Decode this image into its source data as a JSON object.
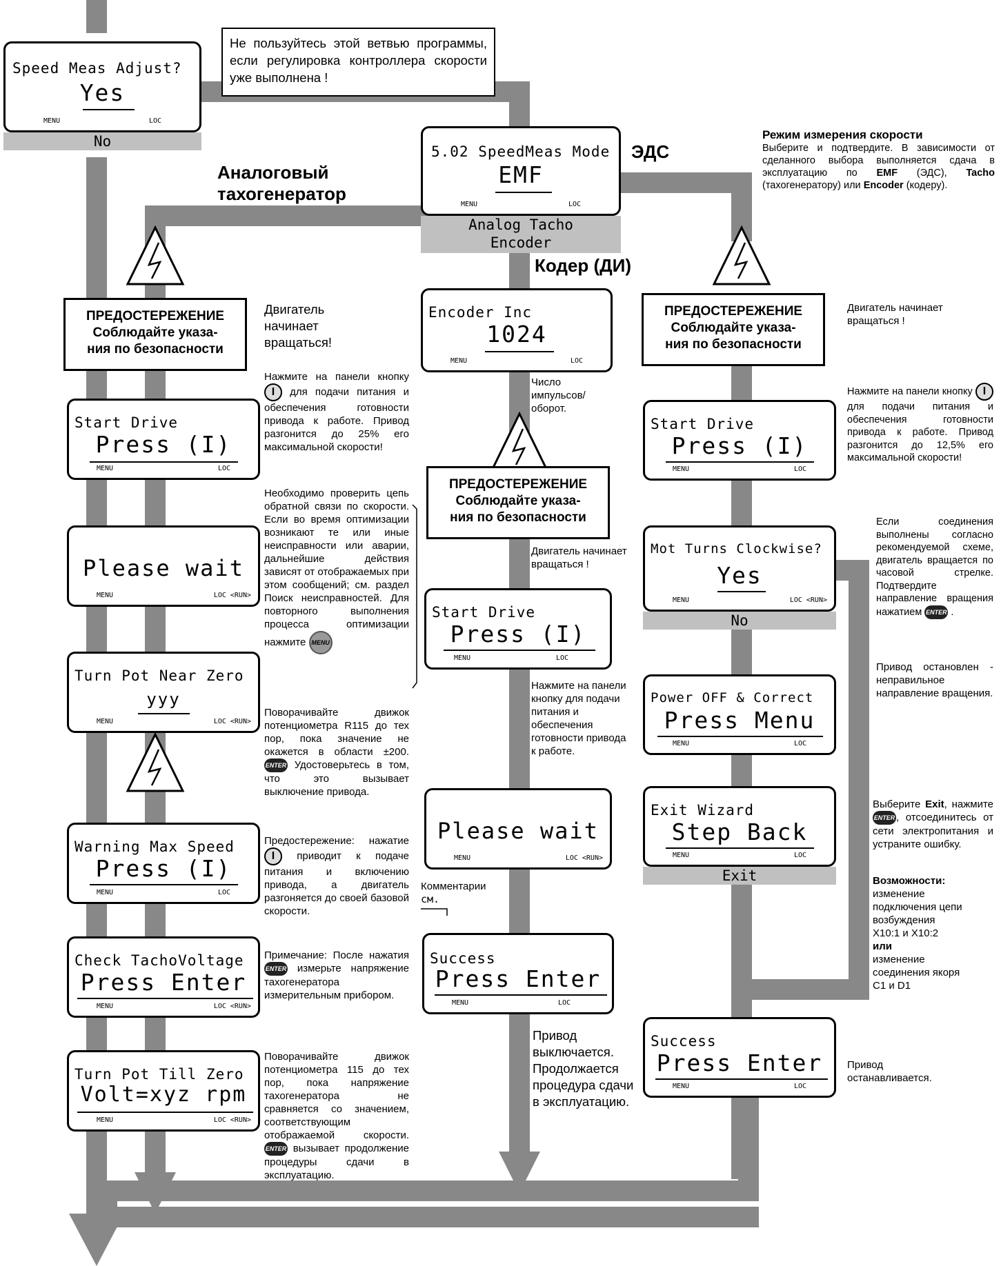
{
  "top_note": "Не пользуйтесь этой ветвью программы, если регулировка контроллера скорости уже выполнена !",
  "speed_meas_adjust": {
    "line1": "Speed Meas Adjust?",
    "line2": "Yes",
    "menu": "MENU",
    "loc": "LOC",
    "alt": "No"
  },
  "speed_meas_mode": {
    "line1": "5.02 SpeedMeas Mode",
    "line2": "EMF",
    "menu": "MENU",
    "loc": "LOC",
    "alt1": "Analog Tacho",
    "alt2": "Encoder"
  },
  "branch_labels": {
    "emf": "ЭДС",
    "analog1": "Аналоговый",
    "analog2": "тахогенератор",
    "encoder": "Кодер (ДИ)"
  },
  "mode_note": {
    "title": "Режим измерения скорости",
    "text1": "Выберите и подтвердите. В зависимости от сделанного выбора выполняется сдача в эксплуатацию по",
    "emf": "EMF",
    "text2": "(ЭДС),",
    "tacho": "Tacho",
    "text3": "(тахогенератору) или",
    "encoder": "Encoder",
    "text4": "(кодеру)."
  },
  "warning": {
    "title": "ПРЕДОСТЕРЕЖЕНИЕ",
    "line2": "Соблюдайте указа-",
    "line3": "ния по безопасности"
  },
  "analog": {
    "motor_starts": "Двигатель начинает вращаться!",
    "start_drive": {
      "line1": "Start Drive",
      "line2": "Press (I)",
      "menu": "MENU",
      "loc": "LOC"
    },
    "start_note_a": "Нажмите на панели кнопку",
    "start_note_b": "для подачи питания и обеспечения готовности привода к работе. Привод разгонится до 25% его максимальной скорости!",
    "please_wait": {
      "line2": "Please wait",
      "menu": "MENU",
      "loc": "LOC <RUN>"
    },
    "feedback_note_a": "Необходимо проверить цепь обратной связи по скорости. Если во время оптимизации возникают те или иные неисправности или аварии, дальнейшие действия зависят от отображаемых при этом сообщений; см. раздел Поиск неисправностей. Для повторного выполнения процесса оптимизации нажмите",
    "turn_pot_zero": {
      "line1": "Turn Pot Near Zero",
      "line2": "yyy",
      "menu": "MENU",
      "loc": "LOC <RUN>"
    },
    "pot_note_a": "Поворачивайте движок потенциометра R115 до тех пор, пока значение не окажется в области ±200.",
    "pot_note_b": "Удостоверьтесь в том, что это вызывает выключение привода.",
    "warning_max": {
      "line1": "Warning Max Speed",
      "line2": "Press (I)",
      "menu": "MENU",
      "loc": "LOC"
    },
    "caution_note_a": "Предостережение: нажатие",
    "caution_note_b": "приводит к подаче питания и включению привода, а двигатель разгоняется до своей базовой скорости.",
    "check_tacho": {
      "line1": "Check TachoVoltage",
      "line2": "Press Enter",
      "menu": "MENU",
      "loc": "LOC <RUN>"
    },
    "remark_note_a": "Примечание: После нажатия",
    "remark_note_b": "измерьте напряжение тахогенератора измерительным прибором.",
    "turn_till_zero": {
      "line1": "Turn Pot Till Zero",
      "line2": "Volt=xyz rpm",
      "menu": "MENU",
      "loc": "LOC <RUN>"
    },
    "final_note_a": "Поворачивайте движок потенциометра 115 до тех пор, пока напряжение тахогенератора не сравняется со значением, соответствующим отображаемой скорости.",
    "final_note_b": "вызывает продолжение процедуры сдачи в эксплуатацию."
  },
  "encoder": {
    "encoder_inc": {
      "line1": "Encoder Inc",
      "line2": "1024",
      "menu": "MENU",
      "loc": "LOC"
    },
    "pulses_note": "Число импульсов/ оборот.",
    "motor_starts": "Двигатель начинает вращаться !",
    "start_drive": {
      "line1": "Start Drive",
      "line2": "Press (I)",
      "menu": "MENU",
      "loc": "LOC"
    },
    "press_note": "Нажмите на панели кнопку для подачи питания и обеспечения готовности привода к работе.",
    "please_wait": {
      "line2": "Please wait",
      "menu": "MENU",
      "loc": "LOC <RUN>"
    },
    "comments_1": "Комментарии",
    "comments_2": "см.",
    "success": {
      "line1": "Success",
      "line2": "Press Enter",
      "menu": "MENU",
      "loc": "LOC"
    },
    "off_note": "Привод выключается. Продолжается процедура сдачи в эксплуатацию."
  },
  "emf": {
    "motor_starts": "Двигатель начинает вращаться !",
    "start_drive": {
      "line1": "Start Drive",
      "line2": "Press (I)",
      "menu": "MENU",
      "loc": "LOC"
    },
    "start_note_a": "Нажмите на панели кнопку",
    "start_note_b": "для подачи питания и обеспечения готовности привода к работе. Привод разгонится до 12,5% его максимальной скорости!",
    "clockwise": {
      "line1": "Mot Turns Clockwise?",
      "line2": "Yes",
      "menu": "MENU",
      "loc": "LOC <RUN>",
      "alt": "No"
    },
    "clockwise_note": "Если соединения выполнены согласно рекомендуемой схеме, двигатель вращается по часовой стрелке. Подтвердите направление вращения нажатием",
    "stopped_note": "Привод остановлен - неправильное направление вращения.",
    "power_off": {
      "line1": "Power OFF & Correct",
      "line2": "Press Menu",
      "menu": "MENU",
      "loc": "LOC"
    },
    "exit_wizard": {
      "line1": "Exit Wizard",
      "line2": "Step Back",
      "menu": "MENU",
      "loc": "LOC",
      "alt": "Exit"
    },
    "exit_note_a": "Выберите",
    "exit_note_exit": "Exit",
    "exit_note_b": ", нажмите",
    "exit_note_c": ", отсоединитесь от сети электропитания и устраните ошибку.",
    "options_title": "Возможности:",
    "options_1": "изменение подключения цепи возбуждения",
    "options_2": "X10:1 и X10:2",
    "options_or": "или",
    "options_3": "изменение соединения якоря",
    "options_4": "C1 и D1",
    "success": {
      "line1": "Success",
      "line2": "Press Enter",
      "menu": "MENU",
      "loc": "LOC"
    },
    "stops_note": "Привод останавливается."
  },
  "buttons": {
    "enter": "ENTER",
    "menu": "MENU",
    "power": "I"
  }
}
